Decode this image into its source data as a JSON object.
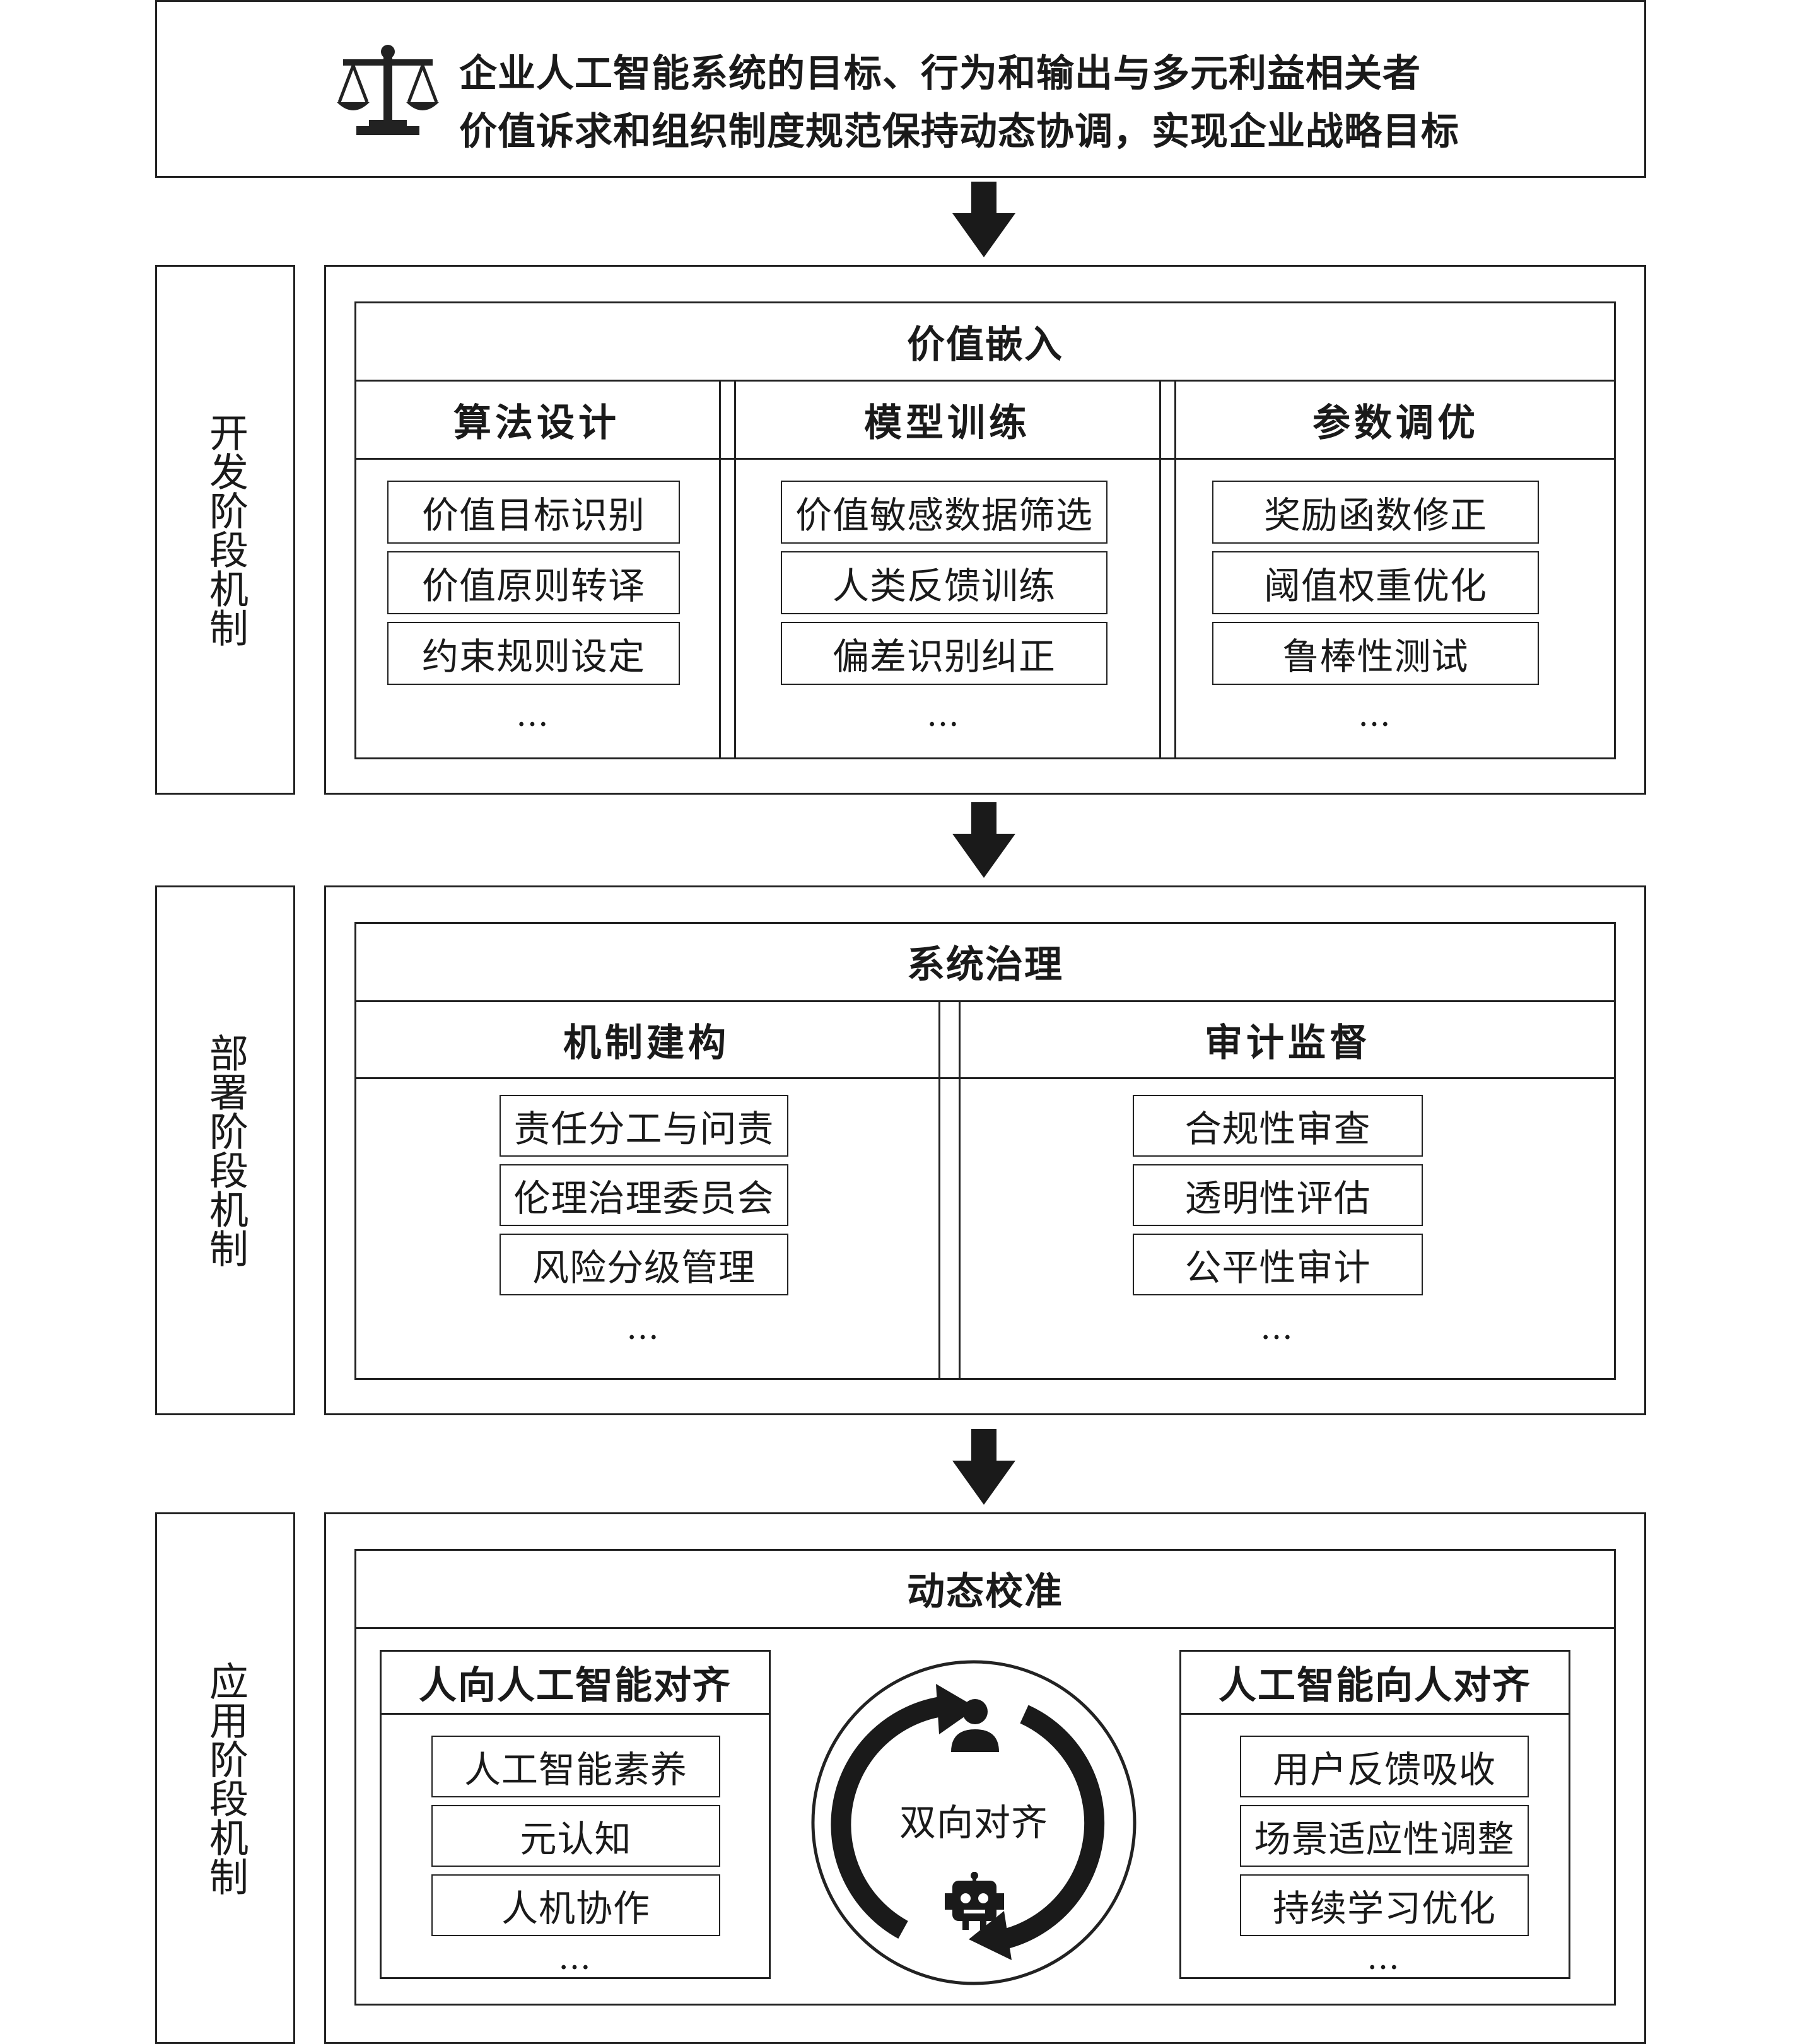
{
  "top": {
    "icon": "scales-icon",
    "line1": "企业人工智能系统的目标、行为和输出与多元利益相关者",
    "line2": "价值诉求和组织制度规范保持动态协调，实现企业战略目标"
  },
  "dev": {
    "stage": "开发阶段机制",
    "title": "价值嵌入",
    "cols": [
      {
        "title": "算法设计",
        "items": [
          "价值目标识别",
          "价值原则转译",
          "约束规则设定"
        ],
        "ellipsis": "…"
      },
      {
        "title": "模型训练",
        "items": [
          "价值敏感数据筛选",
          "人类反馈训练",
          "偏差识别纠正"
        ],
        "ellipsis": "…"
      },
      {
        "title": "参数调优",
        "items": [
          "奖励函数修正",
          "阈值权重优化",
          "鲁棒性测试"
        ],
        "ellipsis": "…"
      }
    ]
  },
  "deploy": {
    "stage": "部署阶段机制",
    "title": "系统治理",
    "cols": [
      {
        "title": "机制建构",
        "items": [
          "责任分工与问责",
          "伦理治理委员会",
          "风险分级管理"
        ],
        "ellipsis": "…"
      },
      {
        "title": "审计监督",
        "items": [
          "合规性审查",
          "透明性评估",
          "公平性审计"
        ],
        "ellipsis": "…"
      }
    ]
  },
  "app": {
    "stage": "应用阶段机制",
    "title": "动态校准",
    "left": {
      "title": "人向人工智能对齐",
      "items": [
        "人工智能素养",
        "元认知",
        "人机协作"
      ],
      "ellipsis": "…"
    },
    "right": {
      "title": "人工智能向人对齐",
      "items": [
        "用户反馈吸收",
        "场景适应性调整",
        "持续学习优化"
      ],
      "ellipsis": "…"
    },
    "center_label": "双向对齐",
    "center_icons": [
      "person-icon",
      "robot-icon"
    ]
  }
}
